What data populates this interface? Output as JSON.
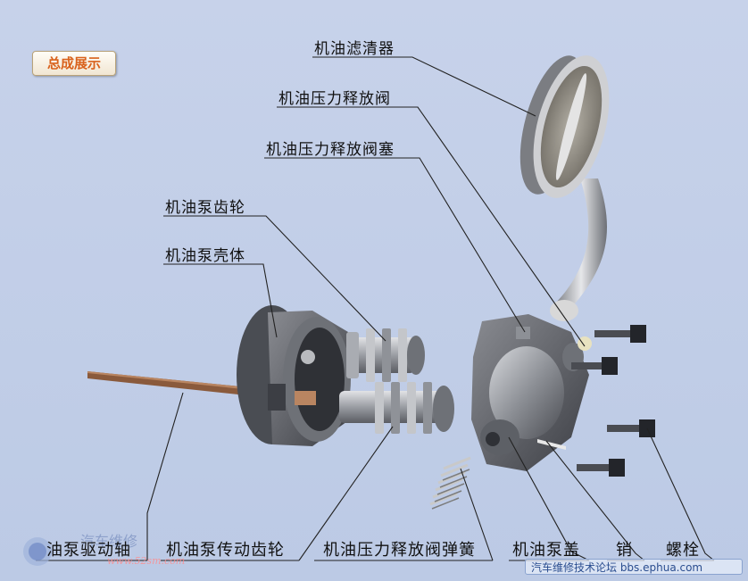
{
  "title_button": "总成展示",
  "labels": {
    "oil_strainer": "机油滤清器",
    "relief_valve": "机油压力释放阀",
    "relief_valve_plug": "机油压力释放阀塞",
    "pump_gear": "机油泵齿轮",
    "pump_housing": "机油泵壳体",
    "drive_shaft": "油泵驱动轴",
    "drive_gear": "机油泵传动齿轮",
    "relief_spring": "机油压力释放阀弹簧",
    "pump_cover": "机油泵盖",
    "pin": "销",
    "bolt": "螺栓"
  },
  "watermark": {
    "forum": "汽车维修技术论坛 bbs.ephua.com",
    "site": "www.52sm.com"
  },
  "colors": {
    "background": "#c3cfe8",
    "button_text": "#d9621c",
    "leader_line": "#222222"
  }
}
